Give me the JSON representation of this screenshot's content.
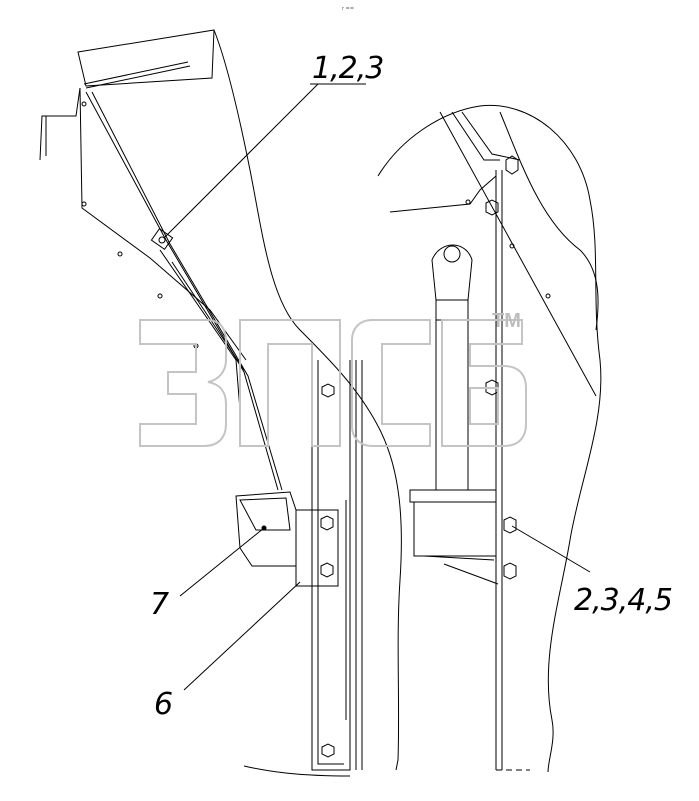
{
  "callouts": {
    "parts_1_2_3": "1,2,3",
    "parts_2_3_4_5": "2,3,4,5",
    "part_7": "7",
    "part_6": "6"
  },
  "watermark": {
    "trademark": "TM"
  },
  "colors": {
    "line": "#000000",
    "watermark": "#bdbdbd",
    "background": "#ffffff"
  }
}
